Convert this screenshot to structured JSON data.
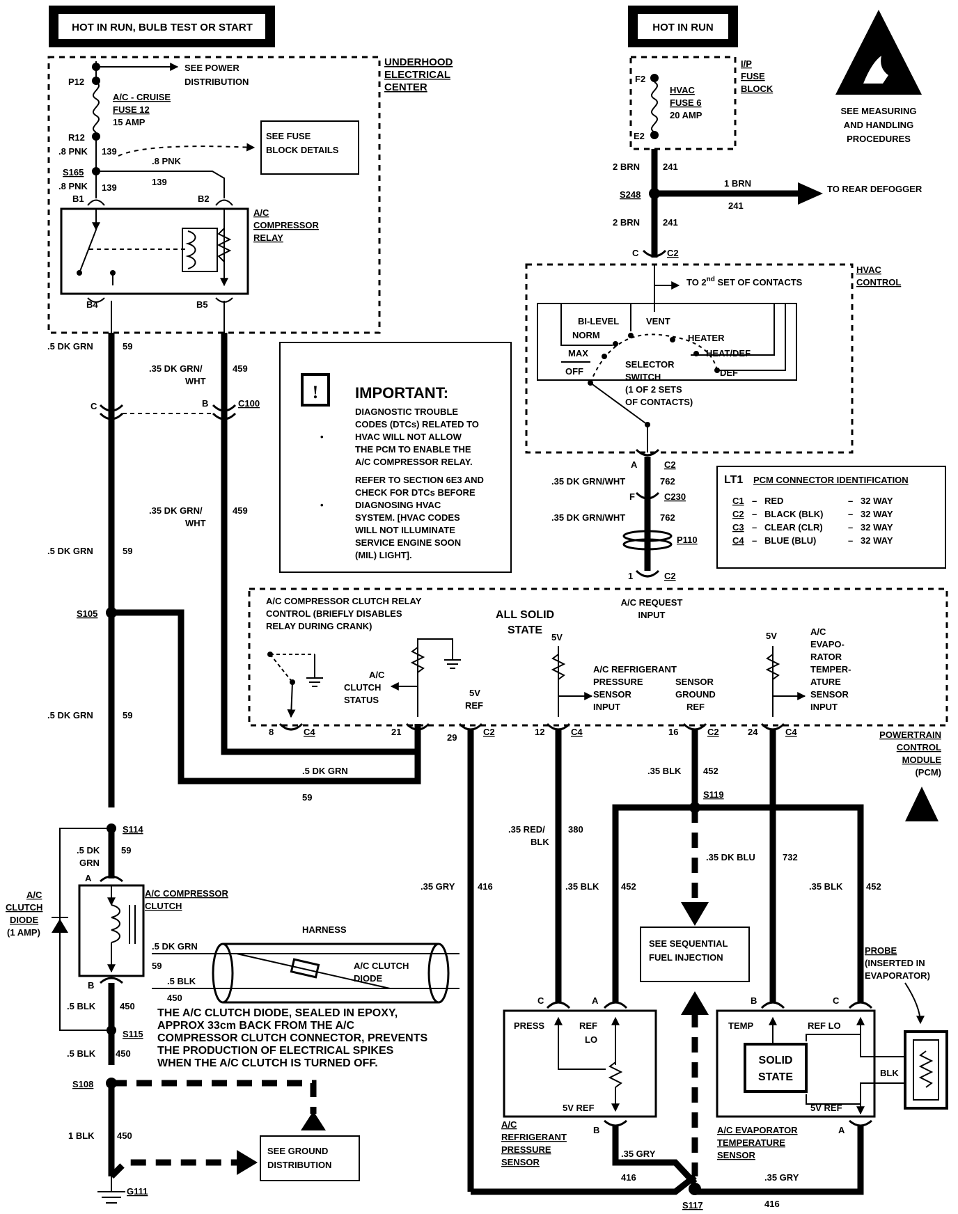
{
  "headers": {
    "hot_run_bulb": "HOT IN RUN, BULB TEST OR START",
    "hot_run": "HOT IN RUN"
  },
  "underhood": {
    "title_1": "UNDERHOOD",
    "title_2": "ELECTRICAL",
    "title_3": "CENTER",
    "see_power_1": "SEE POWER",
    "see_power_2": "DISTRIBUTION",
    "p12": "P12",
    "fuse_1": "A/C - CRUISE",
    "fuse_2": "FUSE 12",
    "fuse_3": "15  AMP",
    "r12": "R12",
    "wire_8pnk_a": ".8 PNK",
    "circ_139_a": "139",
    "see_fuse_1": "SEE FUSE",
    "see_fuse_2": "BLOCK DETAILS",
    "s165": "S165",
    "wire_8pnk_b": ".8 PNK",
    "circ_139_b": "139",
    "wire_8pnk_c": ".8 PNK",
    "circ_139_c": "139",
    "b1": "B1",
    "b2": "B2",
    "b4": "B4",
    "b5": "B5",
    "relay_1": "A/C",
    "relay_2": "COMPRESSOR",
    "relay_3": "RELAY"
  },
  "left_wires": {
    "w59_top": ".5 DK GRN",
    "c59_top": "59",
    "w459_a1": ".35 DK GRN/",
    "w459_a2": "WHT",
    "c459_a": "459",
    "c100_c": "C",
    "c100_b": "B",
    "c100": "C100",
    "w459_b1": ".35 DK GRN/",
    "w459_b2": "WHT",
    "c459_b": "459",
    "w59_mid": ".5 DK GRN",
    "c59_mid": "59",
    "s105": "S105",
    "w59_low": ".5 DK GRN",
    "c59_low": "59",
    "w59_horiz": ".5 DK GRN",
    "c59_horiz": "59",
    "s114": "S114",
    "w59_clutch_1": ".5 DK",
    "w59_clutch_2": "GRN",
    "c59_clutch": "59",
    "pin_a": "A",
    "pin_b": "B",
    "clutch_1": "A/C COMPRESSOR",
    "clutch_2": "CLUTCH",
    "diode_1": "A/C",
    "diode_2": "CLUTCH",
    "diode_3": "DIODE",
    "diode_4": "(1 AMP)",
    "harness": "HARNESS",
    "h_w1": ".5 DK GRN",
    "h_c1": "59",
    "h_w2": ".5  BLK",
    "h_c2": "450",
    "h_diode_1": "A/C CLUTCH",
    "h_diode_2": "DIODE",
    "w450_a": ".5 BLK",
    "c450_a": "450",
    "note_1": "THE A/C CLUTCH DIODE, SEALED IN EPOXY,",
    "note_2": "APPROX 33cm BACK FROM THE A/C",
    "note_3": "COMPRESSOR CLUTCH CONNECTOR, PREVENTS",
    "note_4": "THE PRODUCTION OF ELECTRICAL SPIKES",
    "note_5": "WHEN THE A/C CLUTCH IS TURNED OFF.",
    "s115": "S115",
    "w450_b": ".5 BLK",
    "c450_b": "450",
    "s108": "S108",
    "w450_c": "1 BLK",
    "c450_c": "450",
    "see_ground_1": "SEE GROUND",
    "see_ground_2": "DISTRIBUTION",
    "g111": "G111"
  },
  "important": {
    "title": "IMPORTANT:",
    "icon": "exclamation-icon",
    "b1_1": "DIAGNOSTIC TROUBLE",
    "b1_2": "CODES (DTCs) RELATED TO",
    "b1_3": "HVAC WILL NOT ALLOW",
    "b1_4": "THE PCM TO ENABLE THE",
    "b1_5": "A/C COMPRESSOR RELAY.",
    "b2_1": "REFER TO SECTION 6E3 AND",
    "b2_2": "CHECK FOR DTCs BEFORE",
    "b2_3": "DIAGNOSING HVAC",
    "b2_4": "SYSTEM.  [HVAC CODES",
    "b2_5": "WILL NOT ILLUMINATE",
    "b2_6": "SERVICE ENGINE SOON",
    "b2_7": "(MIL) LIGHT].",
    "bullet": "•"
  },
  "right_top": {
    "ip_1": "I/P",
    "ip_2": "FUSE",
    "ip_3": "BLOCK",
    "f2": "F2",
    "e2": "E2",
    "fuse_1": "HVAC",
    "fuse_2": "FUSE  6",
    "fuse_3": "20  AMP",
    "esd_1": "SEE MEASURING",
    "esd_2": "AND HANDLING",
    "esd_3": "PROCEDURES",
    "w241_a": "2 BRN",
    "c241_a": "241",
    "s248": "S248",
    "w241_r": "1  BRN",
    "c241_r": "241",
    "rear_defog": "TO REAR DEFOGGER",
    "w241_b": "2 BRN",
    "c241_b": "241",
    "c2_c": "C",
    "c2": "C2",
    "hvac_1": "HVAC",
    "hvac_2": "CONTROL",
    "second_set_a": "TO 2",
    "second_set_sup": "nd",
    "second_set_b": " SET OF CONTACTS",
    "bilevel": "BI-LEVEL",
    "norm": "NORM",
    "vent": "VENT",
    "heater": "HEATER",
    "max": "MAX",
    "heatdef": "HEAT/DEF",
    "off": "OFF",
    "def": "DEF",
    "sel_1": "SELECTOR",
    "sel_2": "SWITCH",
    "sel_3": "(1 OF 2 SETS",
    "sel_4": "OF CONTACTS)",
    "a_c2_a": "A",
    "a_c2": "C2",
    "w762_a": ".35 DK GRN/WHT",
    "c762_a": "762",
    "f_c230_f": "F",
    "c230": "C230",
    "w762_b": ".35 DK GRN/WHT",
    "c762_b": "762",
    "p110": "P110",
    "one_c2_1": "1",
    "one_c2": "C2"
  },
  "lt1": {
    "title_a": "LT1",
    "title_b": "PCM CONNECTOR IDENTIFICATION",
    "rows": [
      {
        "conn": "C1",
        "desc": "RED",
        "size": "32  WAY"
      },
      {
        "conn": "C2",
        "desc": "BLACK  (BLK)",
        "size": "32  WAY"
      },
      {
        "conn": "C3",
        "desc": "CLEAR  (CLR)",
        "size": "32  WAY"
      },
      {
        "conn": "C4",
        "desc": "BLUE  (BLU)",
        "size": "32  WAY"
      }
    ],
    "dash": "–"
  },
  "pcm": {
    "relay_ctl_1": "A/C COMPRESSOR CLUTCH RELAY",
    "relay_ctl_2": "CONTROL (BRIEFLY DISABLES",
    "relay_ctl_3": "RELAY DURING CRANK)",
    "solid_1": "ALL SOLID",
    "solid_2": "STATE",
    "request_1": "A/C REQUEST",
    "request_2": "INPUT",
    "clutch_status_1": "A/C",
    "clutch_status_2": "CLUTCH",
    "clutch_status_3": "STATUS",
    "five_v_ref_1": "5V",
    "five_v_ref_2": "REF",
    "five_v_a": "5V",
    "five_v_b": "5V",
    "press_1": "A/C REFRIGERANT",
    "press_2": "PRESSURE",
    "press_3": "SENSOR",
    "press_4": "INPUT",
    "sg_1": "SENSOR",
    "sg_2": "GROUND",
    "sg_3": "REF",
    "evap_1": "A/C",
    "evap_2": "EVAPO-",
    "evap_3": "RATOR",
    "evap_4": "TEMPER-",
    "evap_5": "ATURE",
    "evap_6": "SENSOR",
    "evap_7": "INPUT",
    "pin8": "8",
    "pin8c": "C4",
    "pin21": "21",
    "pin29": "29",
    "pin29c": "C2",
    "pin12": "12",
    "pin12c": "C4",
    "pin16": "16",
    "pin16c": "C2",
    "pin24": "24",
    "pin24c": "C4",
    "pcm_1": "POWERTRAIN",
    "pcm_2": "CONTROL",
    "pcm_3": "MODULE",
    "pcm_4": "(PCM)"
  },
  "bottom_right": {
    "w452_a": ".35 BLK",
    "c452_a": "452",
    "s119": "S119",
    "w380_1": ".35 RED/",
    "w380_2": "BLK",
    "c380": "380",
    "w732": ".35 DK BLU",
    "c732": "732",
    "w416": ".35 GRY",
    "c416": "416",
    "w452_b": ".35 BLK",
    "c452_b": "452",
    "w452_c": ".35 BLK",
    "c452_c": "452",
    "sfi_1": "SEE SEQUENTIAL",
    "sfi_2": "FUEL INJECTION",
    "probe_1": "PROBE",
    "probe_2": "(INSERTED IN",
    "probe_3": "EVAPORATOR)",
    "ps_c": "C",
    "ps_a": "A",
    "ps_b": "B",
    "ps_press": "PRESS",
    "ps_ref": "REF",
    "ps_lo": "LO",
    "ps_5v": "5V REF",
    "ps_1": "A/C",
    "ps_2": "REFRIGERANT",
    "ps_3": "PRESSURE",
    "ps_4": "SENSOR",
    "ts_b": "B",
    "ts_c": "C",
    "ts_a": "A",
    "ts_temp": "TEMP",
    "ts_reflo": "REF LO",
    "ts_solid_1": "SOLID",
    "ts_solid_2": "STATE",
    "ts_blk": "BLK",
    "ts_5v": "5V REF",
    "ts_1": "A/C EVAPORATOR",
    "ts_2": "TEMPERATURE",
    "ts_3": "SENSOR",
    "gry_a": ".35 GRY",
    "c416_a": "416",
    "gry_b": ".35 GRY",
    "c416_b": "416",
    "s117": "S117"
  }
}
